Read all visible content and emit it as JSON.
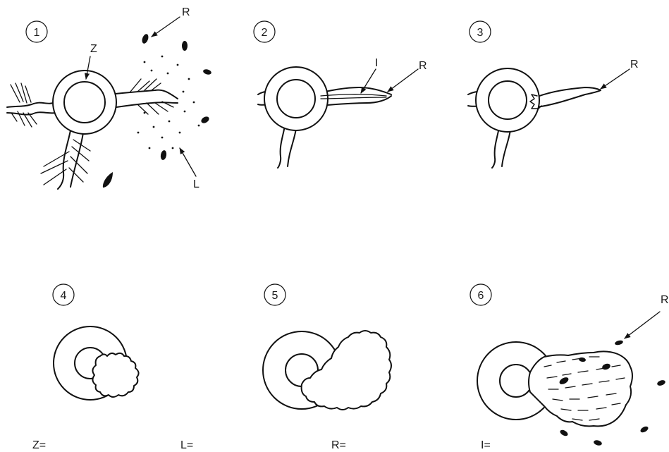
{
  "panels": [
    {
      "number": "1",
      "labels": {
        "z": "Z",
        "r": "R",
        "l": "L"
      }
    },
    {
      "number": "2",
      "labels": {
        "i": "I",
        "r": "R"
      }
    },
    {
      "number": "3",
      "labels": {
        "r": "R"
      }
    },
    {
      "number": "4"
    },
    {
      "number": "5"
    },
    {
      "number": "6",
      "labels": {
        "r": "R"
      }
    }
  ],
  "answer_prompts": [
    "Z=",
    "L=",
    "R=",
    "I="
  ]
}
